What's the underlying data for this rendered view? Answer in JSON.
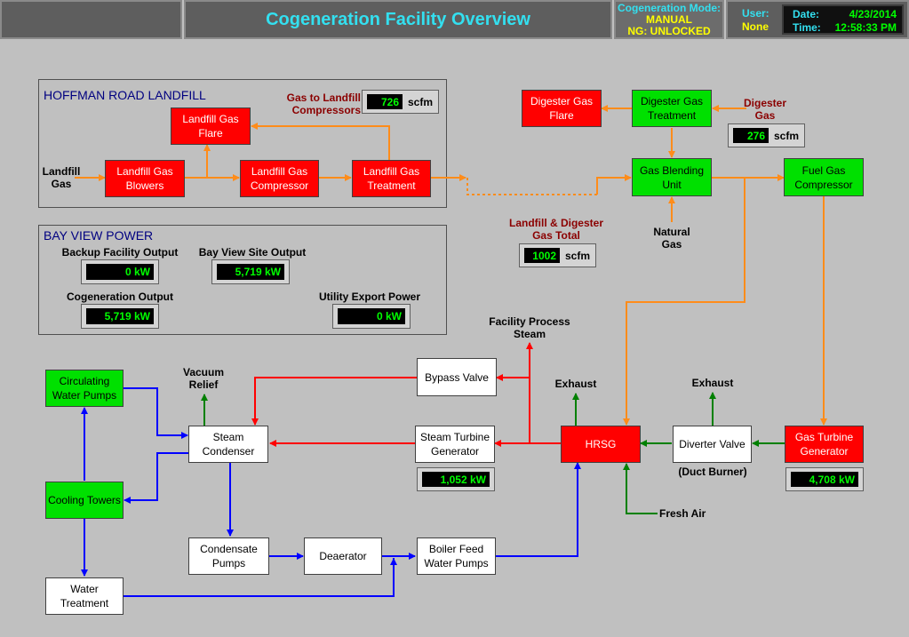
{
  "header": {
    "title": "Cogeneration Facility Overview",
    "mode_label": "Cogeneration Mode:",
    "mode_value": "MANUAL",
    "ng_status": "NG: UNLOCKED",
    "user_label": "User:",
    "user_value": "None",
    "date_label": "Date:",
    "date_value": "4/23/2014",
    "time_label": "Time:",
    "time_value": "12:58:33 PM"
  },
  "landfill": {
    "title": "HOFFMAN ROAD LANDFILL",
    "compressor_gas_label": "Gas to Landfill Compressors",
    "compressor_gas_value": "726",
    "compressor_gas_unit": "scfm",
    "inlet_label": "Landfill Gas",
    "blowers": "Landfill Gas Blowers",
    "flare": "Landfill Gas Flare",
    "compressor": "Landfill Gas Compressor",
    "treatment": "Landfill Gas Treatment"
  },
  "bayview": {
    "title": "BAY VIEW POWER",
    "backup_label": "Backup Facility Output",
    "backup_value": "0 kW",
    "site_label": "Bay View Site Output",
    "site_value": "5,719 kW",
    "cogen_label": "Cogeneration Output",
    "cogen_value": "5,719 kW",
    "export_label": "Utility Export Power",
    "export_value": "0 kW"
  },
  "digester": {
    "flare": "Digester Gas Flare",
    "treatment": "Digester Gas Treatment",
    "gas_label": "Digester Gas",
    "gas_value": "276",
    "gas_unit": "scfm"
  },
  "blending": {
    "unit": "Gas Blending Unit",
    "natural_gas": "Natural Gas",
    "total_label": "Landfill & Digester Gas Total",
    "total_value": "1002",
    "total_unit": "scfm"
  },
  "fuel_compressor": "Fuel Gas Compressor",
  "gas_turbine": {
    "name": "Gas Turbine Generator",
    "value": "4,708 kW"
  },
  "diverter": {
    "name": "Diverter Valve",
    "note": "(Duct Burner)"
  },
  "hrsg": "HRSG",
  "exhaust_1": "Exhaust",
  "exhaust_2": "Exhaust",
  "fresh_air": "Fresh Air",
  "steam_turbine": {
    "name": "Steam Turbine Generator",
    "value": "1,052 kW"
  },
  "bypass_valve": "Bypass Valve",
  "process_steam": "Facility Process Steam",
  "vacuum_relief": "Vacuum Relief",
  "steam_condenser": "Steam Condenser",
  "circ_pumps": "Circulating Water Pumps",
  "cooling_towers": "Cooling Towers",
  "water_treatment": "Water Treatment",
  "condensate_pumps": "Condensate Pumps",
  "deaerator": "Deaerator",
  "boiler_feed": "Boiler Feed Water Pumps",
  "colors": {
    "equipment_off": "#ff0000",
    "equipment_on": "#00e000",
    "gas_line": "#ff8c1a",
    "steam_line": "#ff0000",
    "water_line": "#0000ff",
    "air_line": "#008000"
  }
}
